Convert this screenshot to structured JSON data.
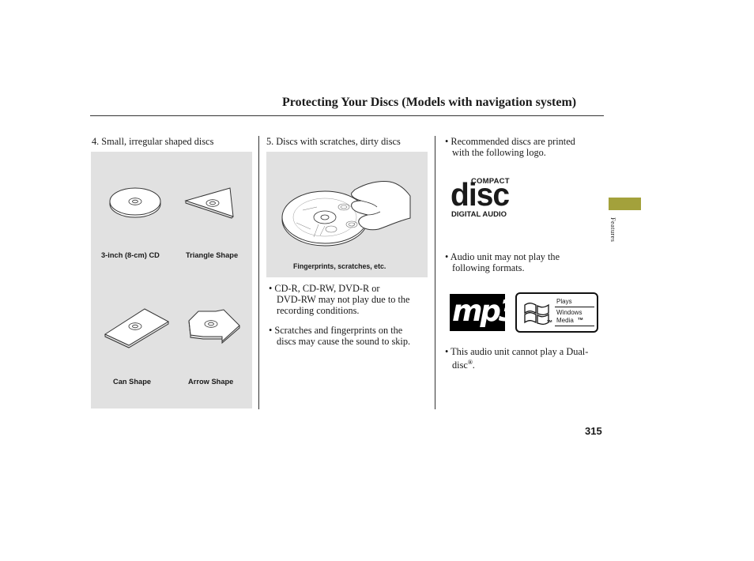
{
  "header": {
    "title": "Protecting Your Discs (Models with navigation system)"
  },
  "col1": {
    "heading": "4. Small, irregular shaped discs",
    "labels": {
      "cd3inch": "3-inch (8-cm) CD",
      "triangle": "Triangle Shape",
      "can": "Can Shape",
      "arrow": "Arrow Shape"
    }
  },
  "col2": {
    "heading": "5. Discs with scratches, dirty discs",
    "caption": "Fingerprints, scratches, etc.",
    "bullet1_l1": "• CD-R, CD-RW, DVD-R or",
    "bullet1_l2": "DVD-RW may not play due to the",
    "bullet1_l3": "recording conditions.",
    "bullet2_l1": "• Scratches and fingerprints on the",
    "bullet2_l2": "discs may cause the sound to skip."
  },
  "col3": {
    "bullet1_l1": "• Recommended discs are printed",
    "bullet1_l2": "with the following logo.",
    "logo_compact": "COMPACT",
    "logo_disc": "disc",
    "logo_digital": "DIGITAL AUDIO",
    "bullet2_l1": "• Audio unit may not play the",
    "bullet2_l2": "following formats.",
    "mp3": "mp3",
    "wm_plays": "Plays",
    "wm_windows": "Windows",
    "wm_media": "Media",
    "wm_tm": "TM",
    "bullet3_l1": "• This audio unit cannot play a Dual-",
    "bullet3_l2": "disc",
    "bullet3_reg": "®",
    "bullet3_end": "."
  },
  "sidebar": {
    "section": "Features"
  },
  "footer": {
    "page_number": "315"
  }
}
